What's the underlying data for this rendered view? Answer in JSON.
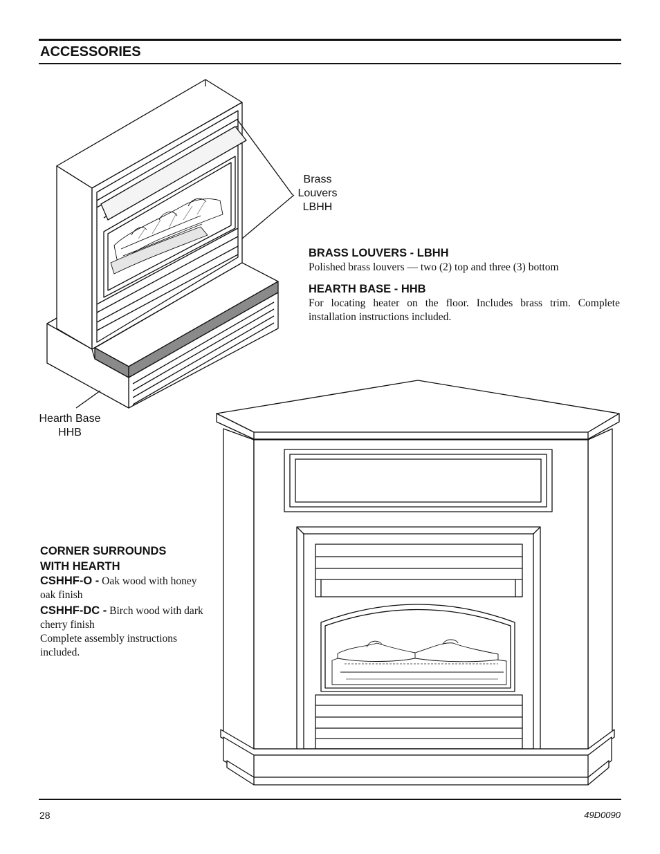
{
  "header": {
    "title": "ACCESSORIES"
  },
  "figure1": {
    "callout_top": [
      "Brass",
      "Louvers",
      "LBHH"
    ],
    "callout_bottom": [
      "Hearth Base",
      "HHB"
    ]
  },
  "sections": {
    "lbhh": {
      "heading": "BRASS LOUVERS - LBHH",
      "body": "Polished brass louvers — two (2) top and three (3) bottom"
    },
    "hhb": {
      "heading": "HEARTH BASE - HHB",
      "body": "For locating heater on the floor. Includes brass trim. Complete installation instructions included."
    },
    "corner": {
      "heading_line1": "CORNER SURROUNDS",
      "heading_line2": "WITH HEARTH",
      "items": [
        {
          "code": "CSHHF-O -",
          "desc": "Oak wood with honey oak finish"
        },
        {
          "code": "CSHHF-DC -",
          "desc": "Birch wood with dark cherry finish"
        }
      ],
      "note": "Complete assembly instructions included."
    }
  },
  "footer": {
    "page_number": "28",
    "doc_code": "49D0090"
  }
}
